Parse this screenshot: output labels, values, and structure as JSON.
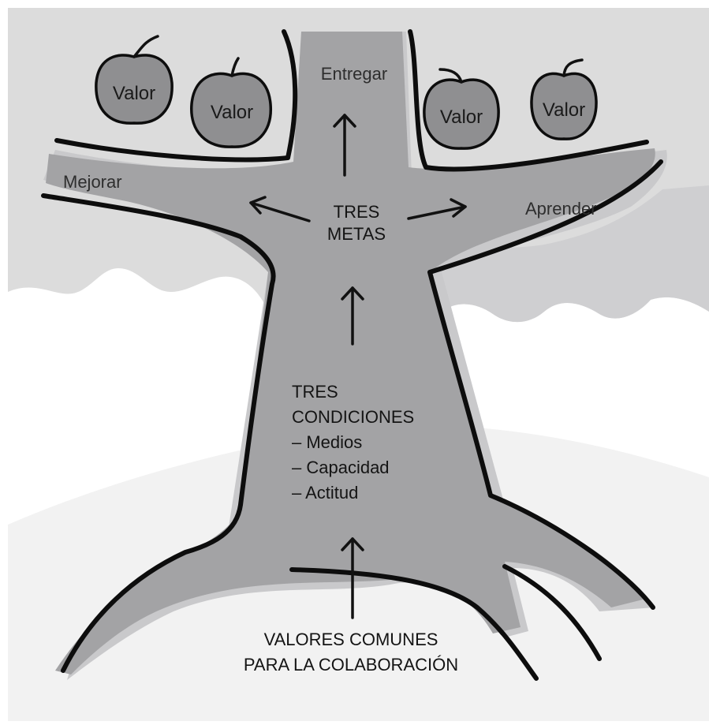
{
  "diagram": {
    "apples": [
      {
        "label": "Valor"
      },
      {
        "label": "Valor"
      },
      {
        "label": "Valor"
      },
      {
        "label": "Valor"
      }
    ],
    "branches": {
      "top": "Entregar",
      "left": "Mejorar",
      "right": "Aprender"
    },
    "goals": {
      "line1": "TRES",
      "line2": "METAS"
    },
    "conditions": {
      "line1": "TRES",
      "line2": "CONDICIONES",
      "items": [
        "– Medios",
        "– Capacidad",
        "– Actitud"
      ]
    },
    "roots": {
      "line1": "VALORES COMUNES",
      "line2": "PARA LA COLABORACIÓN"
    },
    "colors": {
      "sky": "#dcdcdc",
      "ground": "#f2f2f2",
      "trunk": "#a3a3a5",
      "shadow": "#c9c9cb",
      "apple": "#8f8f91",
      "ink": "#0d0d0d"
    }
  }
}
